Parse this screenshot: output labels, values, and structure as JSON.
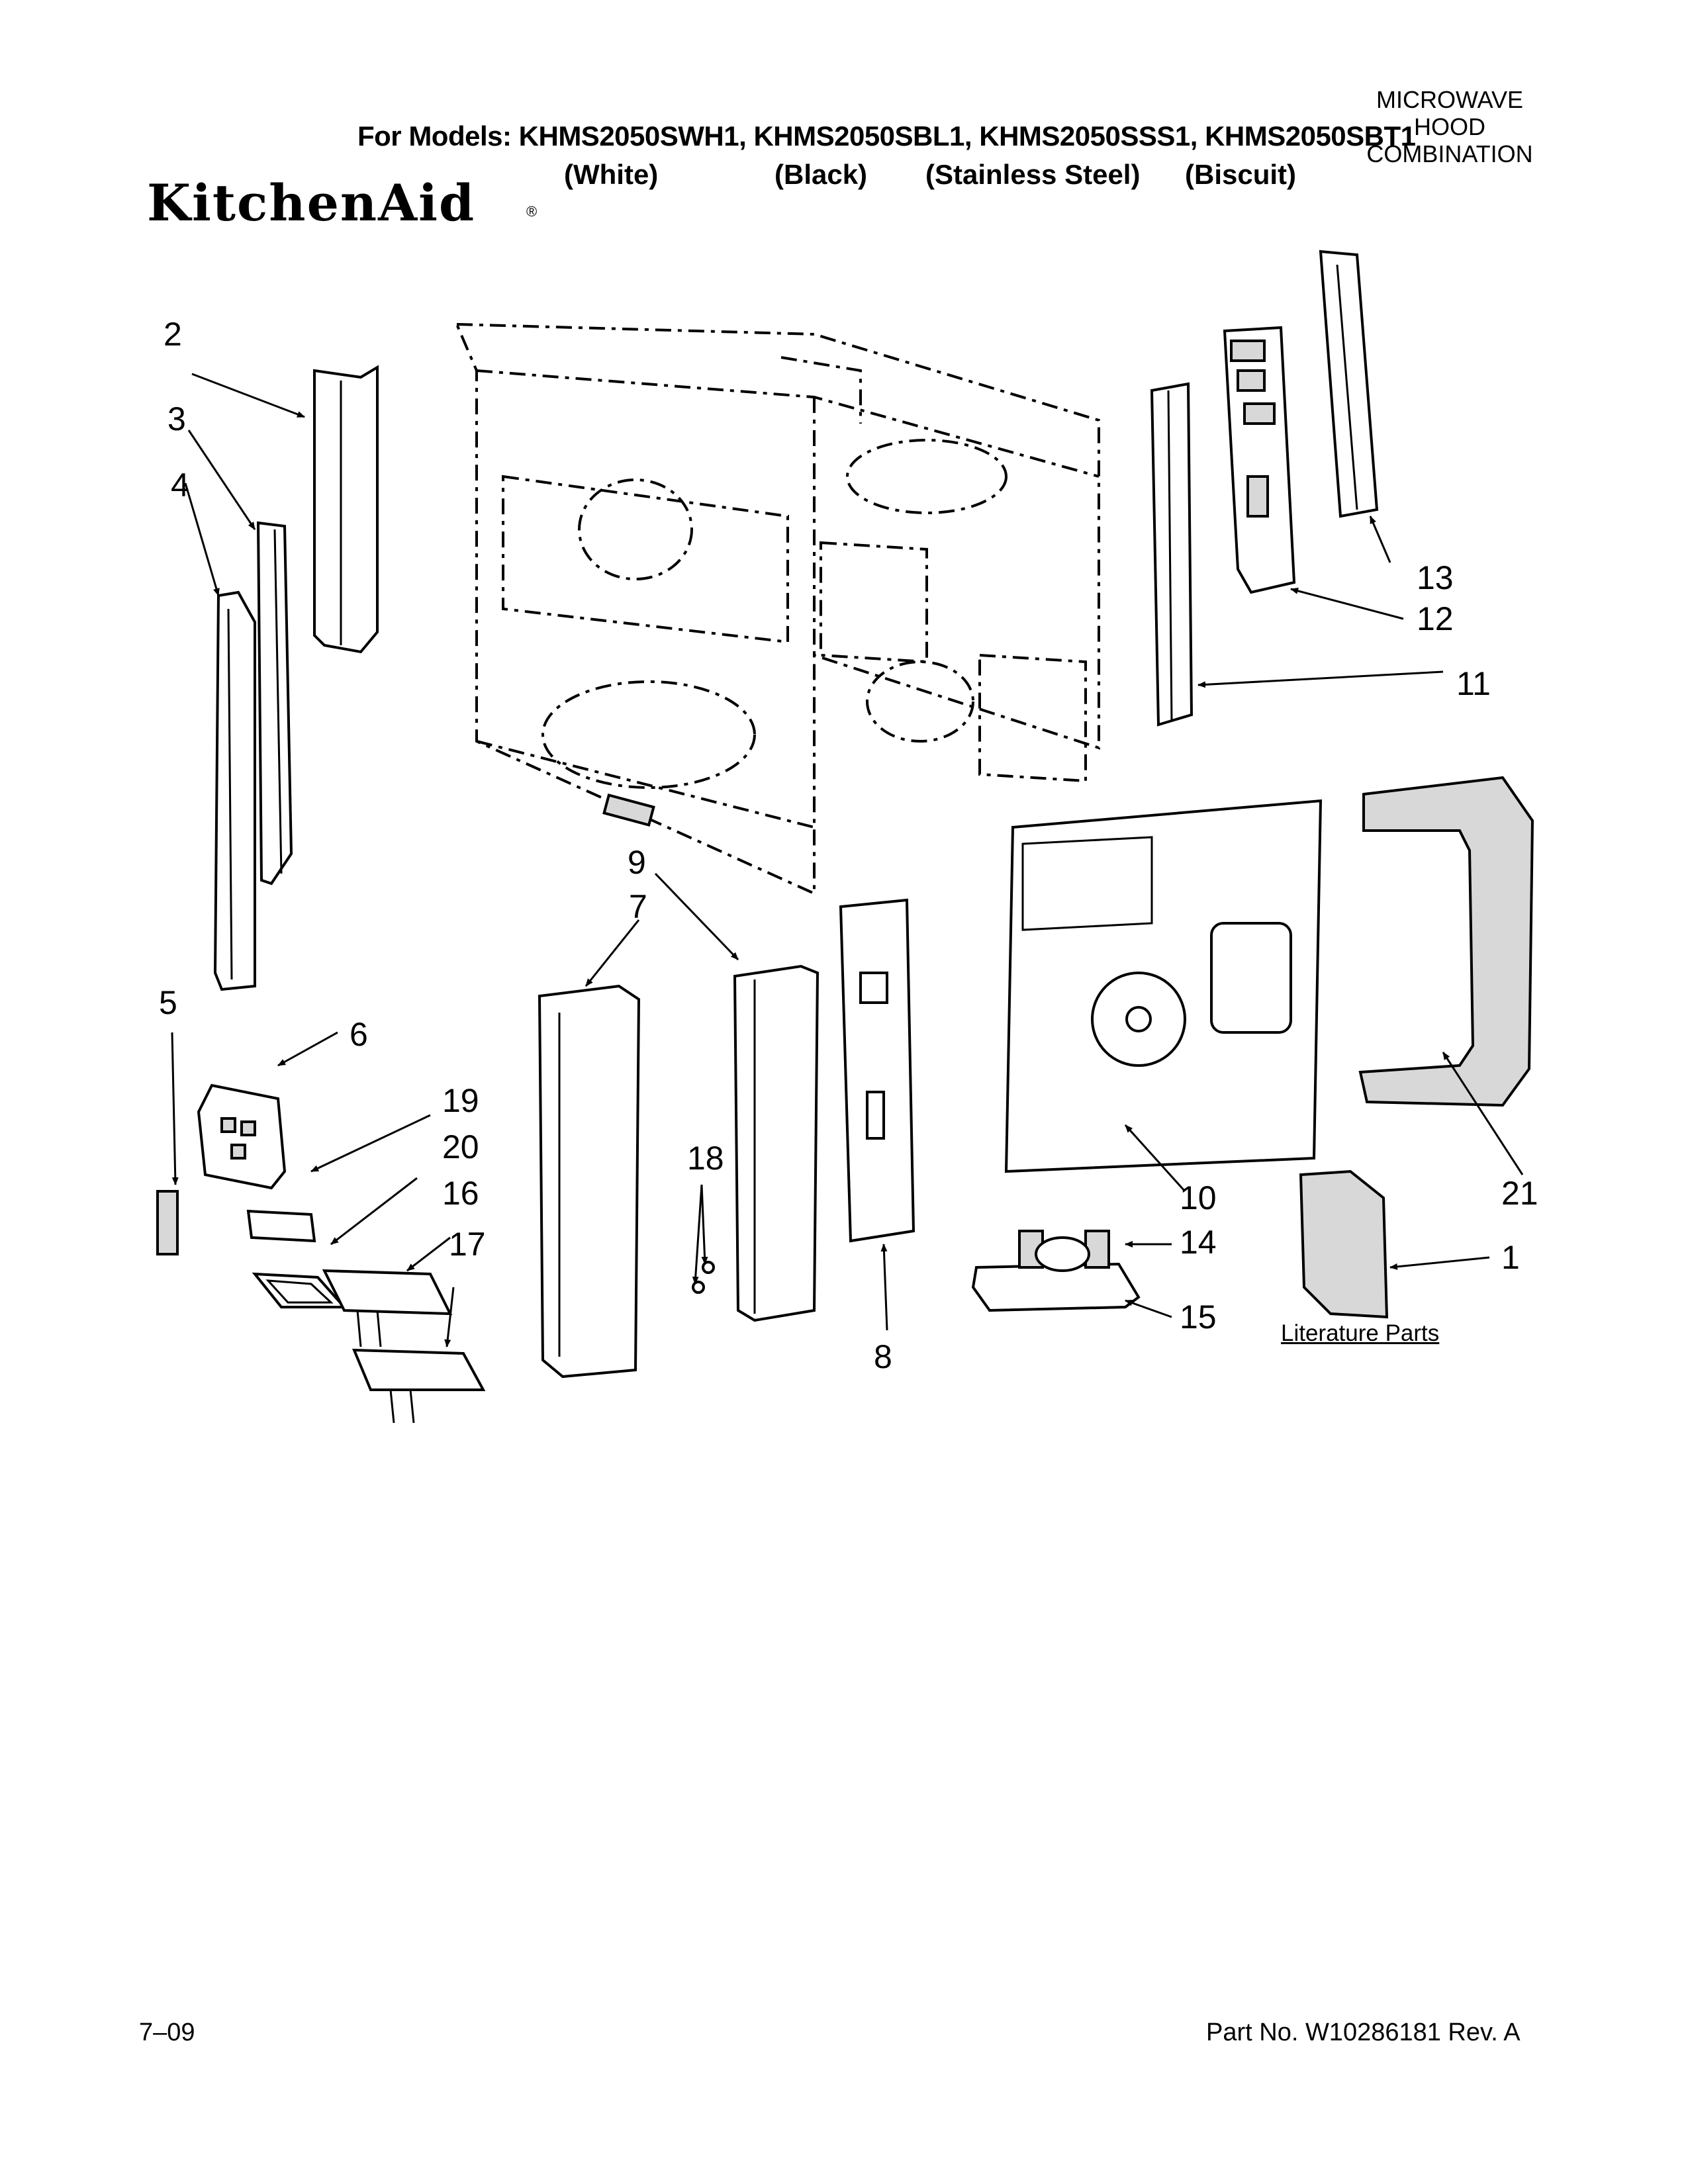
{
  "header": {
    "models_line": "For Models: KHMS2050SWH1, KHMS2050SBL1, KHMS2050SSS1, KHMS2050SBT1",
    "variants": [
      "(White)",
      "(Black)",
      "(Stainless Steel)",
      "(Biscuit)"
    ],
    "product_type": [
      "MICROWAVE",
      "HOOD",
      "COMBINATION"
    ],
    "brand": "KitchenAid",
    "brand_mark": "®"
  },
  "callouts": {
    "c1": "1",
    "c2": "2",
    "c3": "3",
    "c4": "4",
    "c5": "5",
    "c6": "6",
    "c7": "7",
    "c8": "8",
    "c9": "9",
    "c10": "10",
    "c11": "11",
    "c12": "12",
    "c13": "13",
    "c14": "14",
    "c15": "15",
    "c16": "16",
    "c17": "17",
    "c18": "18",
    "c19": "19",
    "c20": "20",
    "c21": "21"
  },
  "literature_label": "Literature Parts",
  "footer": {
    "date": "7–09",
    "part_number": "Part No. W10286181 Rev. A"
  }
}
